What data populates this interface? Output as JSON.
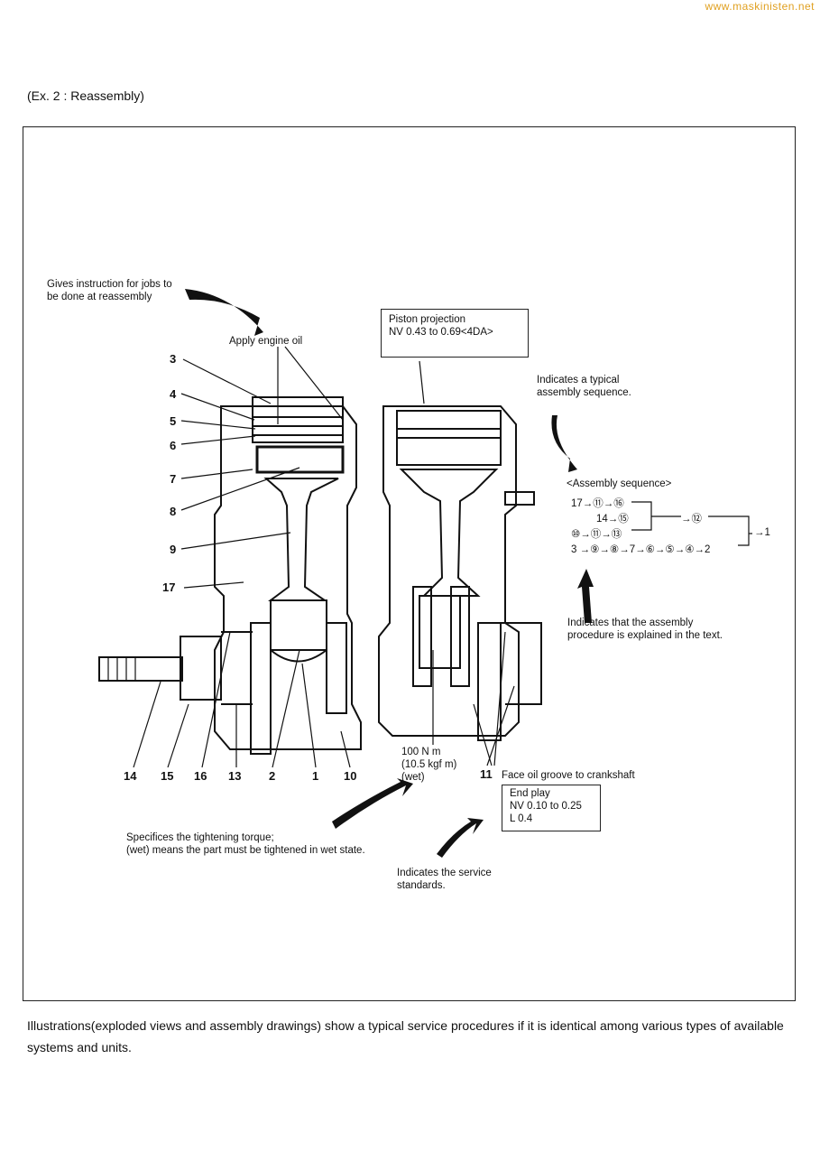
{
  "watermark": "www.maskinisten.net",
  "heading": "(Ex. 2 : Reassembly)",
  "callouts": {
    "reassembly_instruction_l1": "Gives instruction for jobs to",
    "reassembly_instruction_l2": "be done at reassembly",
    "apply_oil": "Apply engine oil",
    "typical_seq_l1": "Indicates a typical",
    "typical_seq_l2": "assembly sequence.",
    "explained_l1": "Indicates that the assembly",
    "explained_l2": "procedure is explained in the text.",
    "torque_l1": "Specifices the tightening torque;",
    "torque_l2": "(wet) means the part must be tightened in wet state.",
    "service_l1": "Indicates the service",
    "service_l2": "standards.",
    "face_oil": "Face oil groove to crankshaft"
  },
  "piston_box": {
    "title": "Piston projection",
    "value": "NV  0.43 to 0.69<4DA>"
  },
  "torque_spec": {
    "value": "100 N m",
    "alt": "(10.5 kgf m)",
    "state": "(wet)"
  },
  "end_play_box": {
    "title": "End play",
    "nv": "NV  0.10 to 0.25",
    "l": "L    0.4"
  },
  "assembly_sequence": {
    "title": "<Assembly sequence>",
    "row1": "17→⑪→⑯",
    "row2": "14→⑮",
    "row3": "⑩→⑪→⑬",
    "row4": "3 →⑨→⑧→7→⑥→⑤→④→2",
    "mid": "→⑫",
    "end": "→1"
  },
  "part_numbers_left": [
    "3",
    "4",
    "5",
    "6",
    "7",
    "8",
    "9",
    "17"
  ],
  "part_numbers_bottom": [
    "14",
    "15",
    "16",
    "13",
    "2",
    "1",
    "10"
  ],
  "part_number_11": "11",
  "caption": "Illustrations(exploded views and assembly drawings) show a typical service procedures if it is identical among various types of available systems and units."
}
